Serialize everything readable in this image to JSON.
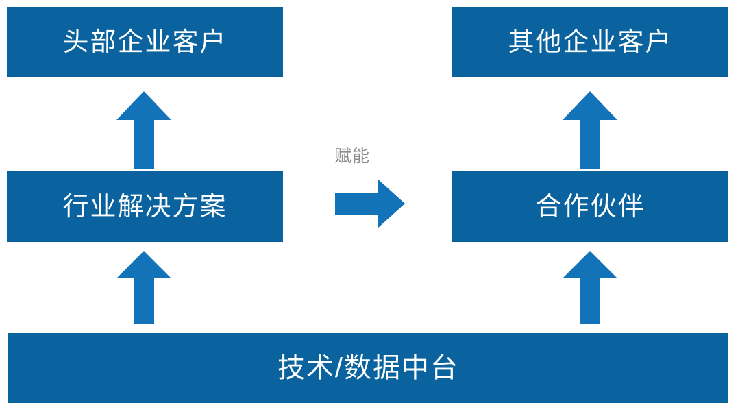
{
  "diagram": {
    "type": "block-flow",
    "colors": {
      "box_fill": "#0a639e",
      "box_text": "#ffffff",
      "arrow_fill": "#1273b8",
      "caption_text": "#8c8c8c",
      "background": "#ffffff"
    },
    "nodes": [
      {
        "id": "top-left",
        "label": "头部企业客户"
      },
      {
        "id": "top-right",
        "label": "其他企业客户"
      },
      {
        "id": "mid-left",
        "label": "行业解决方案"
      },
      {
        "id": "mid-right",
        "label": "合作伙伴"
      },
      {
        "id": "bottom",
        "label": "技术/数据中台"
      }
    ],
    "connectors": [
      {
        "id": "up-left-top",
        "direction": "up",
        "from": "mid-left",
        "to": "top-left",
        "label": ""
      },
      {
        "id": "up-left-bottom",
        "direction": "up",
        "from": "bottom",
        "to": "mid-left",
        "label": ""
      },
      {
        "id": "up-right-top",
        "direction": "up",
        "from": "mid-right",
        "to": "top-right",
        "label": ""
      },
      {
        "id": "up-right-bottom",
        "direction": "up",
        "from": "bottom",
        "to": "mid-right",
        "label": ""
      },
      {
        "id": "right-center",
        "direction": "right",
        "from": "mid-left",
        "to": "mid-right",
        "label": "赋能"
      }
    ],
    "captions": {
      "empower": "赋能"
    }
  }
}
